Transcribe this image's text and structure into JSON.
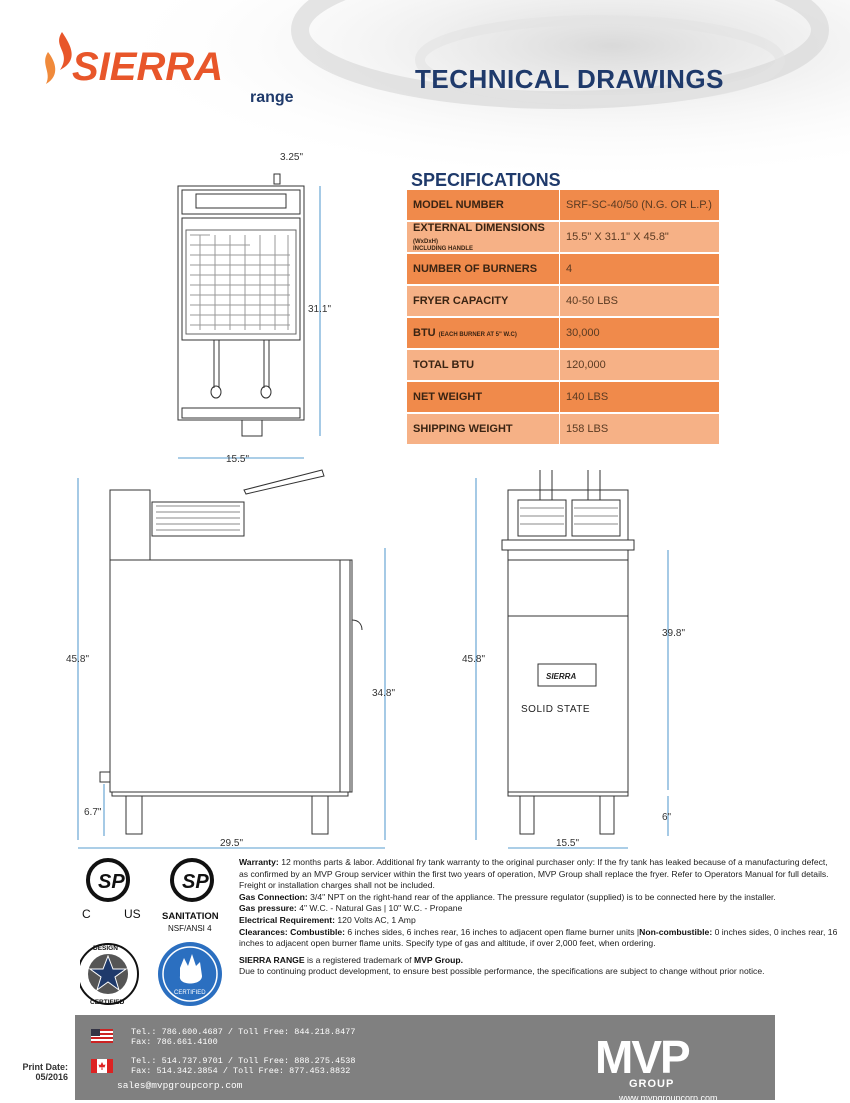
{
  "brand": {
    "logo_text": "SIERRA",
    "logo_sub": "range"
  },
  "header": {
    "title": "TECHNICAL DRAWINGS"
  },
  "specifications": {
    "title": "SPECIFICATIONS",
    "rows": [
      {
        "label": "MODEL NUMBER",
        "note": "",
        "value": "SRF-SC-40/50 (N.G. OR L.P.)"
      },
      {
        "label": "EXTERNAL DIMENSIONS",
        "label_suffix": "(WxDxH)",
        "note": "INCLUDING HANDLE",
        "value": "15.5\" X 31.1\" X 45.8\""
      },
      {
        "label": "NUMBER OF BURNERS",
        "note": "",
        "value": "4"
      },
      {
        "label": "FRYER CAPACITY",
        "note": "",
        "value": "40-50 LBS"
      },
      {
        "label": "BTU",
        "label_suffix": "(EACH BURNER AT 5\" W.C)",
        "note": "",
        "value": "30,000"
      },
      {
        "label": "TOTAL BTU",
        "note": "",
        "value": "120,000"
      },
      {
        "label": "NET WEIGHT",
        "note": "",
        "value": "140 LBS"
      },
      {
        "label": "SHIPPING WEIGHT",
        "note": "",
        "value": "158 LBS"
      }
    ]
  },
  "drawings": {
    "top_width": "3.25\"",
    "top_depth": "31.1\"",
    "top_bottom_width": "15.5\"",
    "side_height": "45.8\"",
    "side_cabinet": "34.8\"",
    "side_leg": "6.7\"",
    "side_depth": "29.5\"",
    "front_height": "45.8\"",
    "front_cabinet": "39.8\"",
    "front_leg": "6\"",
    "front_width": "15.5\"",
    "front_label": "SOLID STATE",
    "front_badge": "SIERRA"
  },
  "certifications": {
    "csa_left_c": "C",
    "csa_left_us": "US",
    "csa_text": "SP",
    "sanitation": "SANITATION",
    "nsf": "NSF/ANSI 4",
    "design_top": "DESIGN",
    "design_bottom": "CERTIFIED",
    "certified": "CERTIFIED"
  },
  "notes": {
    "warranty_label": "Warranty:",
    "warranty": "12 months parts & labor. Additional fry tank warranty to the original purchaser only: If the fry tank has leaked because of a manufacturing defect, as confirmed by an MVP Group servicer within the first two years of operation, MVP Group shall replace the fryer. Refer to Operators Manual for full details.   Freight or installation charges shall not be included.",
    "gas_connection_label": "Gas Connection:",
    "gas_connection": "3/4\" NPT on the right-hand rear of the appliance. The pressure regulator (supplied) is to be connected here by the installer.",
    "gas_pressure_label": "Gas pressure:",
    "gas_pressure": "4\" W.C. - Natural Gas | 10\" W.C. - Propane",
    "electrical_label": "Electrical Requirement:",
    "electrical": "120 Volts AC, 1 Amp",
    "clearances_label": "Clearances: Combustible:",
    "clearances_a": "6 inches sides, 6 inches rear, 16 inches to adjacent open flame burner units |",
    "noncombustible_label": "Non-combustible:",
    "clearances_b": "0 inches sides, 0 inches rear, 16 inches to adjacent open burner flame units. Specify type of gas and altitude, if over 2,000 feet, when ordering.",
    "trademark_brand": "SIERRA RANGE",
    "trademark_mid": "is a registered trademark of",
    "trademark_owner": "MVP Group.",
    "disclaimer": "Due to continuing product development, to ensure best possible performance, the specifications are subject to change without prior notice."
  },
  "footer": {
    "us_tel": "Tel.: 786.600.4687  /  Toll Free: 844.218.8477",
    "us_fax": "Fax: 786.661.4100",
    "ca_tel": "Tel.: 514.737.9701 / Toll Free: 888.275.4538",
    "ca_fax": "Fax: 514.342.3854 / Toll Free: 877.453.8832",
    "email": "sales@mvpgroupcorp.com",
    "mvp": "MVP",
    "group": "GROUP",
    "website": "www.mvpgroupcorp.com"
  },
  "print_date": {
    "label": "Print Date:",
    "value": "05/2016"
  },
  "colors": {
    "brand_blue": "#1f3a6b",
    "orange_dark": "#f08a4b",
    "orange_light": "#f6b186",
    "footer_gray": "#808080"
  }
}
